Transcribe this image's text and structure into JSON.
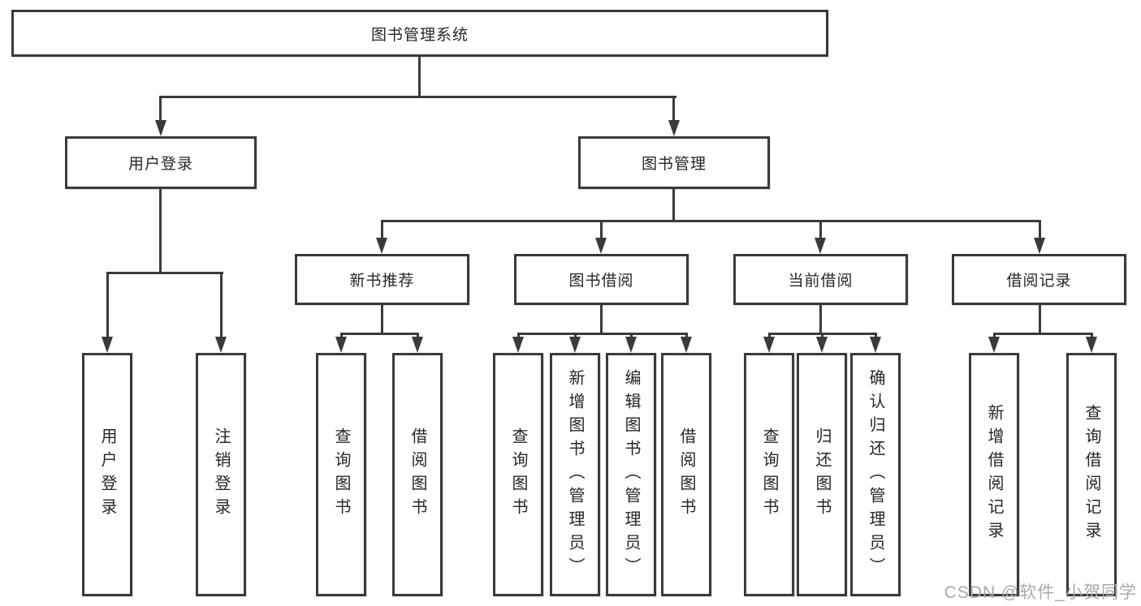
{
  "diagram": {
    "title": "图书管理系统",
    "level2": {
      "user_login": "用户登录",
      "book_management": "图书管理"
    },
    "level3": {
      "new_book_recommend": "新书推荐",
      "book_borrowing": "图书借阅",
      "current_borrowing": "当前借阅",
      "borrowing_records": "借阅记录"
    },
    "leaves": {
      "user_login": "用户登录",
      "logout": "注销登录",
      "recommend_query_books": "查询图书",
      "recommend_borrow_books": "借阅图书",
      "borrowing_query_books": "查询图书",
      "borrowing_add_books_admin": "新增图书（管理员）",
      "borrowing_edit_books_admin": "编辑图书（管理员）",
      "borrowing_borrow_books": "借阅图书",
      "current_query_books": "查询图书",
      "current_return_books": "归还图书",
      "current_confirm_return_admin": "确认归还（管理员）",
      "records_add_record": "新增借阅记录",
      "records_query_record": "查询借阅记录"
    }
  },
  "watermark": {
    "text": "CSDN @软件_小贺同学"
  },
  "colors": {
    "line": "#3a3a3a",
    "text": "#262626",
    "background": "#ffffff",
    "watermark": "#a9a9a9"
  }
}
